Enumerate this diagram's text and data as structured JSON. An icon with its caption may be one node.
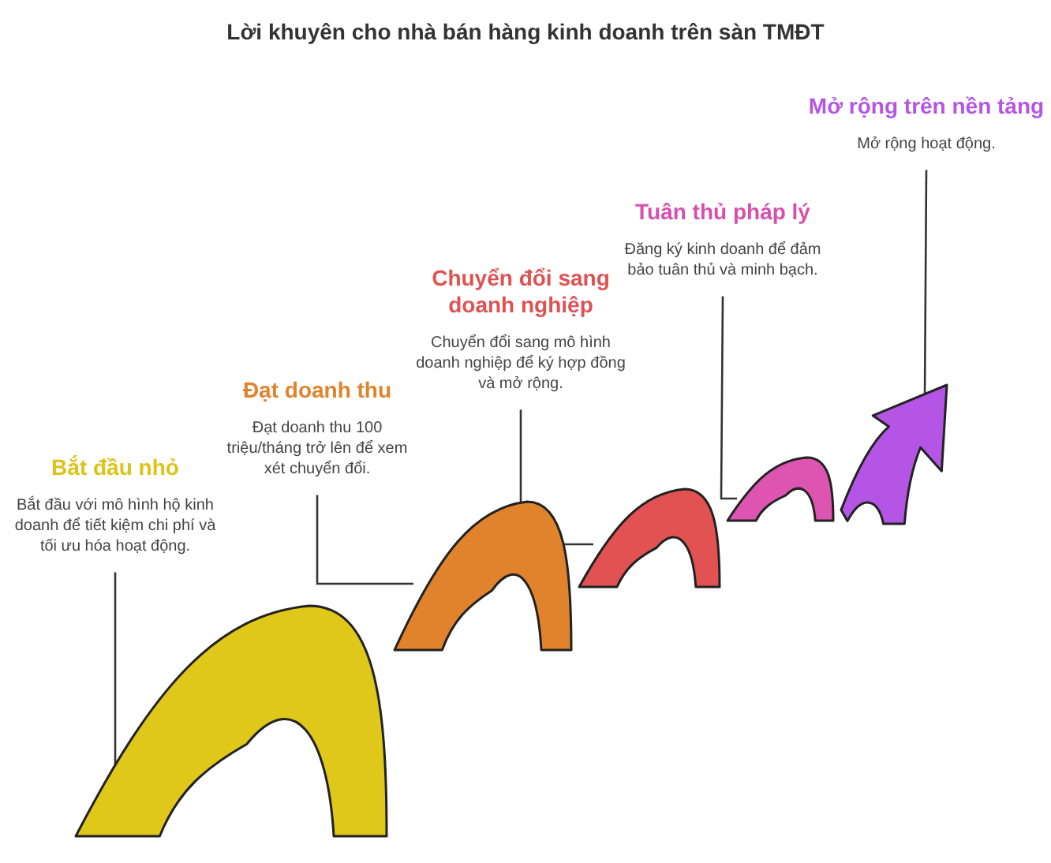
{
  "diagram": {
    "title": "Lời khuyên cho nhà bán hàng kinh doanh trên sàn TMĐT",
    "nodes": [
      {
        "text": [
          "Bắt đầu nhỏ",
          "Bắt đầu với mô hình hộ kinh doanh để tiết kiệm chi phí và tối ưu hóa hoạt động."
        ]
      },
      {
        "text": [
          "Đạt doanh thu",
          "Đạt doanh thu 100 triệu/tháng trở lên để xem xét chuyển đổi."
        ]
      },
      {
        "text": [
          "Chuyển đổi sang doanh nghiệp",
          "Chuyển đổi sang mô hình doanh nghiệp để ký hợp đồng và mở rộng."
        ]
      },
      {
        "text": [
          "Tuân thủ pháp lý",
          "Đăng ký kinh doanh để đảm bảo tuân thủ và minh bạch."
        ]
      },
      {
        "text": [
          "Mở rộng trên nền tảng",
          "Mở rộng hoạt động."
        ]
      },
      {
        "text": [],
        "shape": "wave"
      },
      {
        "text": [],
        "shape": "wave"
      },
      {
        "text": [],
        "shape": "wave"
      },
      {
        "text": [],
        "shape": "wave"
      },
      {
        "text": [],
        "shape": "arrow"
      }
    ],
    "edges": [
      {
        "from": 0,
        "to": 5,
        "arrow": "none"
      },
      {
        "from": 1,
        "to": 6,
        "arrow": "none"
      },
      {
        "from": 2,
        "to": 7,
        "arrow": "none"
      },
      {
        "from": 3,
        "to": 8,
        "arrow": "none"
      },
      {
        "from": 4,
        "to": 9,
        "arrow": "none"
      }
    ]
  }
}
